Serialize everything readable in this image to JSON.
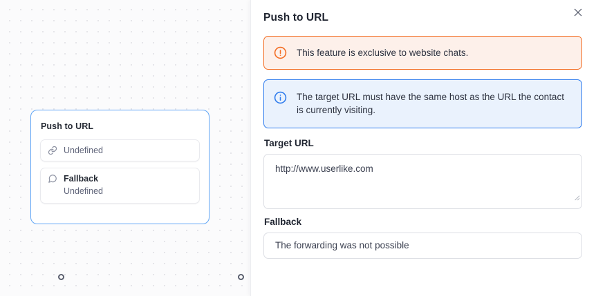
{
  "canvas": {
    "node": {
      "title": "Push to URL",
      "url_row": {
        "icon": "link-icon",
        "value": "Undefined"
      },
      "fallback_row": {
        "icon": "chat-bubble-icon",
        "label": "Fallback",
        "value": "Undefined"
      },
      "handles": {
        "left": "input-handle",
        "right": "output-handle"
      },
      "border_color": "#60a5f5"
    }
  },
  "panel": {
    "title": "Push to URL",
    "close_icon": "close-icon",
    "alerts": [
      {
        "type": "warning",
        "icon": "alert-circle-icon",
        "text": "This feature is exclusive to website chats.",
        "accent": "#f36c22",
        "background": "#fdf0ea"
      },
      {
        "type": "info",
        "icon": "info-circle-icon",
        "text": "The target URL must have the same host as the URL the contact is currently visiting.",
        "accent": "#2f7ced",
        "background": "#eaf2fd"
      }
    ],
    "fields": [
      {
        "label": "Target URL",
        "value": "http://www.userlike.com",
        "control": "textarea",
        "resizable": true
      },
      {
        "label": "Fallback",
        "value": "The forwarding was not possible",
        "control": "input",
        "resizable": false
      }
    ]
  }
}
